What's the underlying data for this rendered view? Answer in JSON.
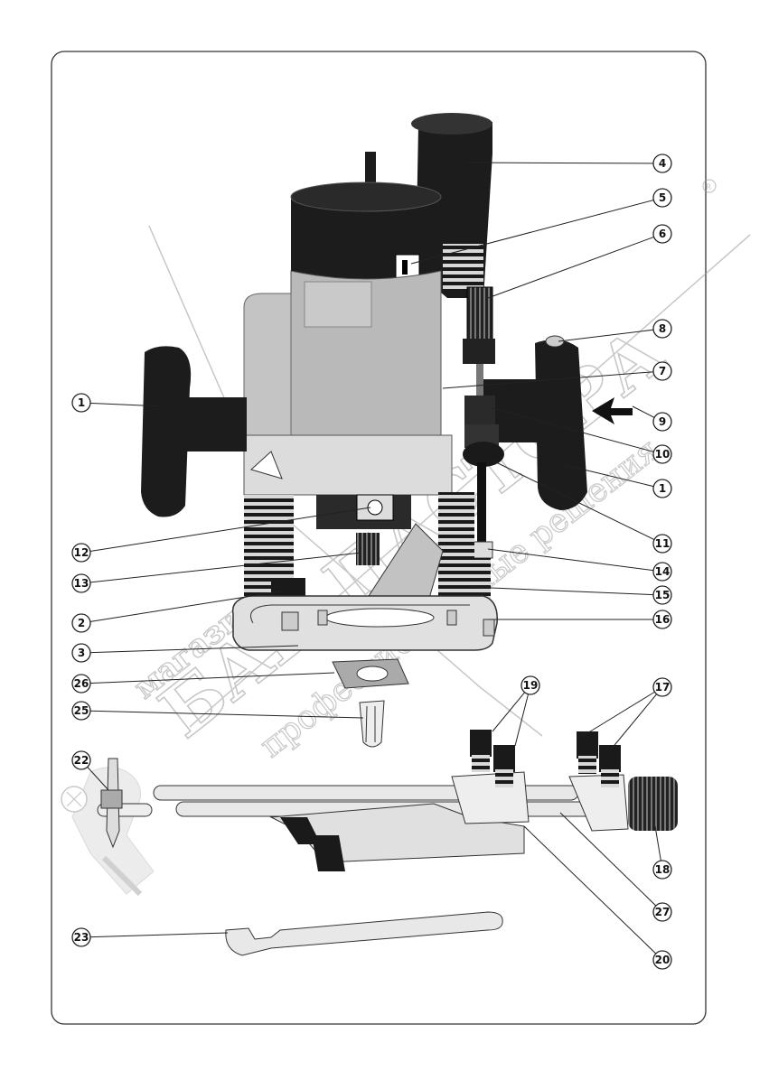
{
  "watermark": {
    "line1": "магазин",
    "line2": "БАЙ ПАСТОРА",
    "line3": "профессиональные решения",
    "registered_mark": "R"
  },
  "callouts": [
    {
      "id": "c1a",
      "label": "1"
    },
    {
      "id": "c1b",
      "label": "1"
    },
    {
      "id": "c2",
      "label": "2"
    },
    {
      "id": "c3",
      "label": "3"
    },
    {
      "id": "c4",
      "label": "4"
    },
    {
      "id": "c5",
      "label": "5"
    },
    {
      "id": "c6",
      "label": "6"
    },
    {
      "id": "c7",
      "label": "7"
    },
    {
      "id": "c8",
      "label": "8"
    },
    {
      "id": "c9",
      "label": "9"
    },
    {
      "id": "c10",
      "label": "10"
    },
    {
      "id": "c11",
      "label": "11"
    },
    {
      "id": "c12",
      "label": "12"
    },
    {
      "id": "c13",
      "label": "13"
    },
    {
      "id": "c14",
      "label": "14"
    },
    {
      "id": "c15",
      "label": "15"
    },
    {
      "id": "c16",
      "label": "16"
    },
    {
      "id": "c17",
      "label": "17"
    },
    {
      "id": "c18",
      "label": "18"
    },
    {
      "id": "c19",
      "label": "19"
    },
    {
      "id": "c20",
      "label": "20"
    },
    {
      "id": "c22",
      "label": "22"
    },
    {
      "id": "c23",
      "label": "23"
    },
    {
      "id": "c25",
      "label": "25"
    },
    {
      "id": "c26",
      "label": "26"
    },
    {
      "id": "c27",
      "label": "27"
    }
  ],
  "colors": {
    "frame": "#333333",
    "tool_dark": "#1a1a1a",
    "motor_grey": "#b9b9b9",
    "light_grey": "#d9d9d9",
    "watermark": "#cfcfcf"
  }
}
